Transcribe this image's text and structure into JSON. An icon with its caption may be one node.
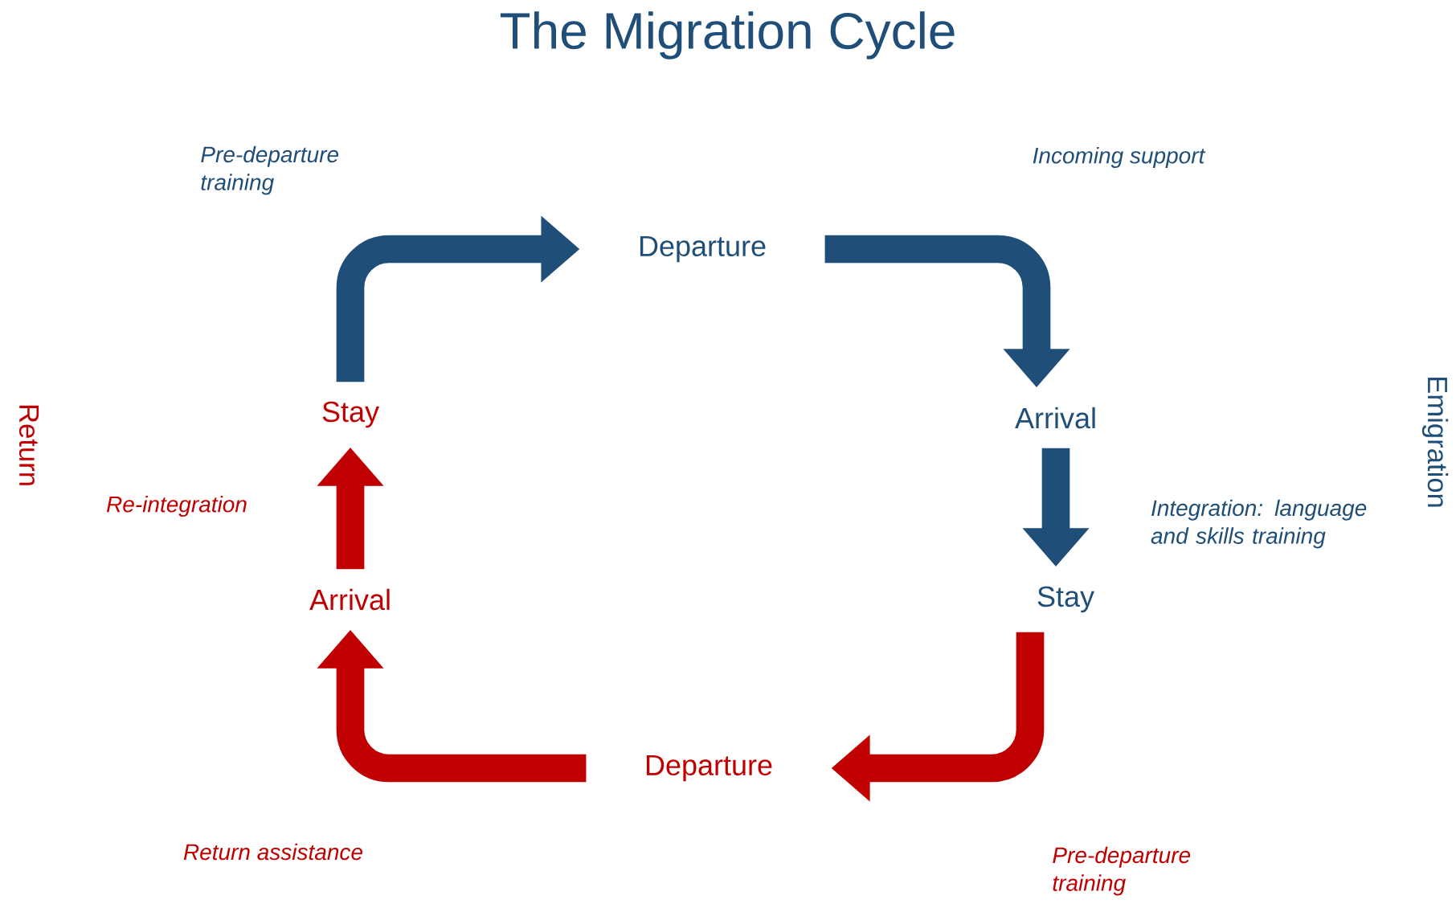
{
  "diagram": {
    "title": "The Migration Cycle",
    "nodes": [
      {
        "text": [
          "Departure"
        ]
      },
      {
        "text": [
          "Arrival"
        ]
      },
      {
        "text": [
          "Stay"
        ]
      },
      {
        "text": [
          "Departure"
        ]
      },
      {
        "text": [
          "Arrival"
        ]
      },
      {
        "text": [
          "Stay"
        ]
      }
    ],
    "edges": [
      {
        "from": 5,
        "to": 0,
        "arrow": "to",
        "color": "#1f4e79"
      },
      {
        "from": 0,
        "to": 1,
        "arrow": "to",
        "color": "#1f4e79"
      },
      {
        "from": 1,
        "to": 2,
        "arrow": "to",
        "color": "#1f4e79"
      },
      {
        "from": 2,
        "to": 3,
        "arrow": "to",
        "color": "#c00000"
      },
      {
        "from": 3,
        "to": 4,
        "arrow": "to",
        "color": "#c00000"
      },
      {
        "from": 4,
        "to": 5,
        "arrow": "to",
        "color": "#c00000"
      }
    ],
    "labels": [
      "Pre-departure training",
      "Incoming support",
      "Return",
      "Emigration",
      "Re-integration",
      "Integration: language and skills training",
      "Return assistance",
      "Pre-departure training"
    ]
  }
}
